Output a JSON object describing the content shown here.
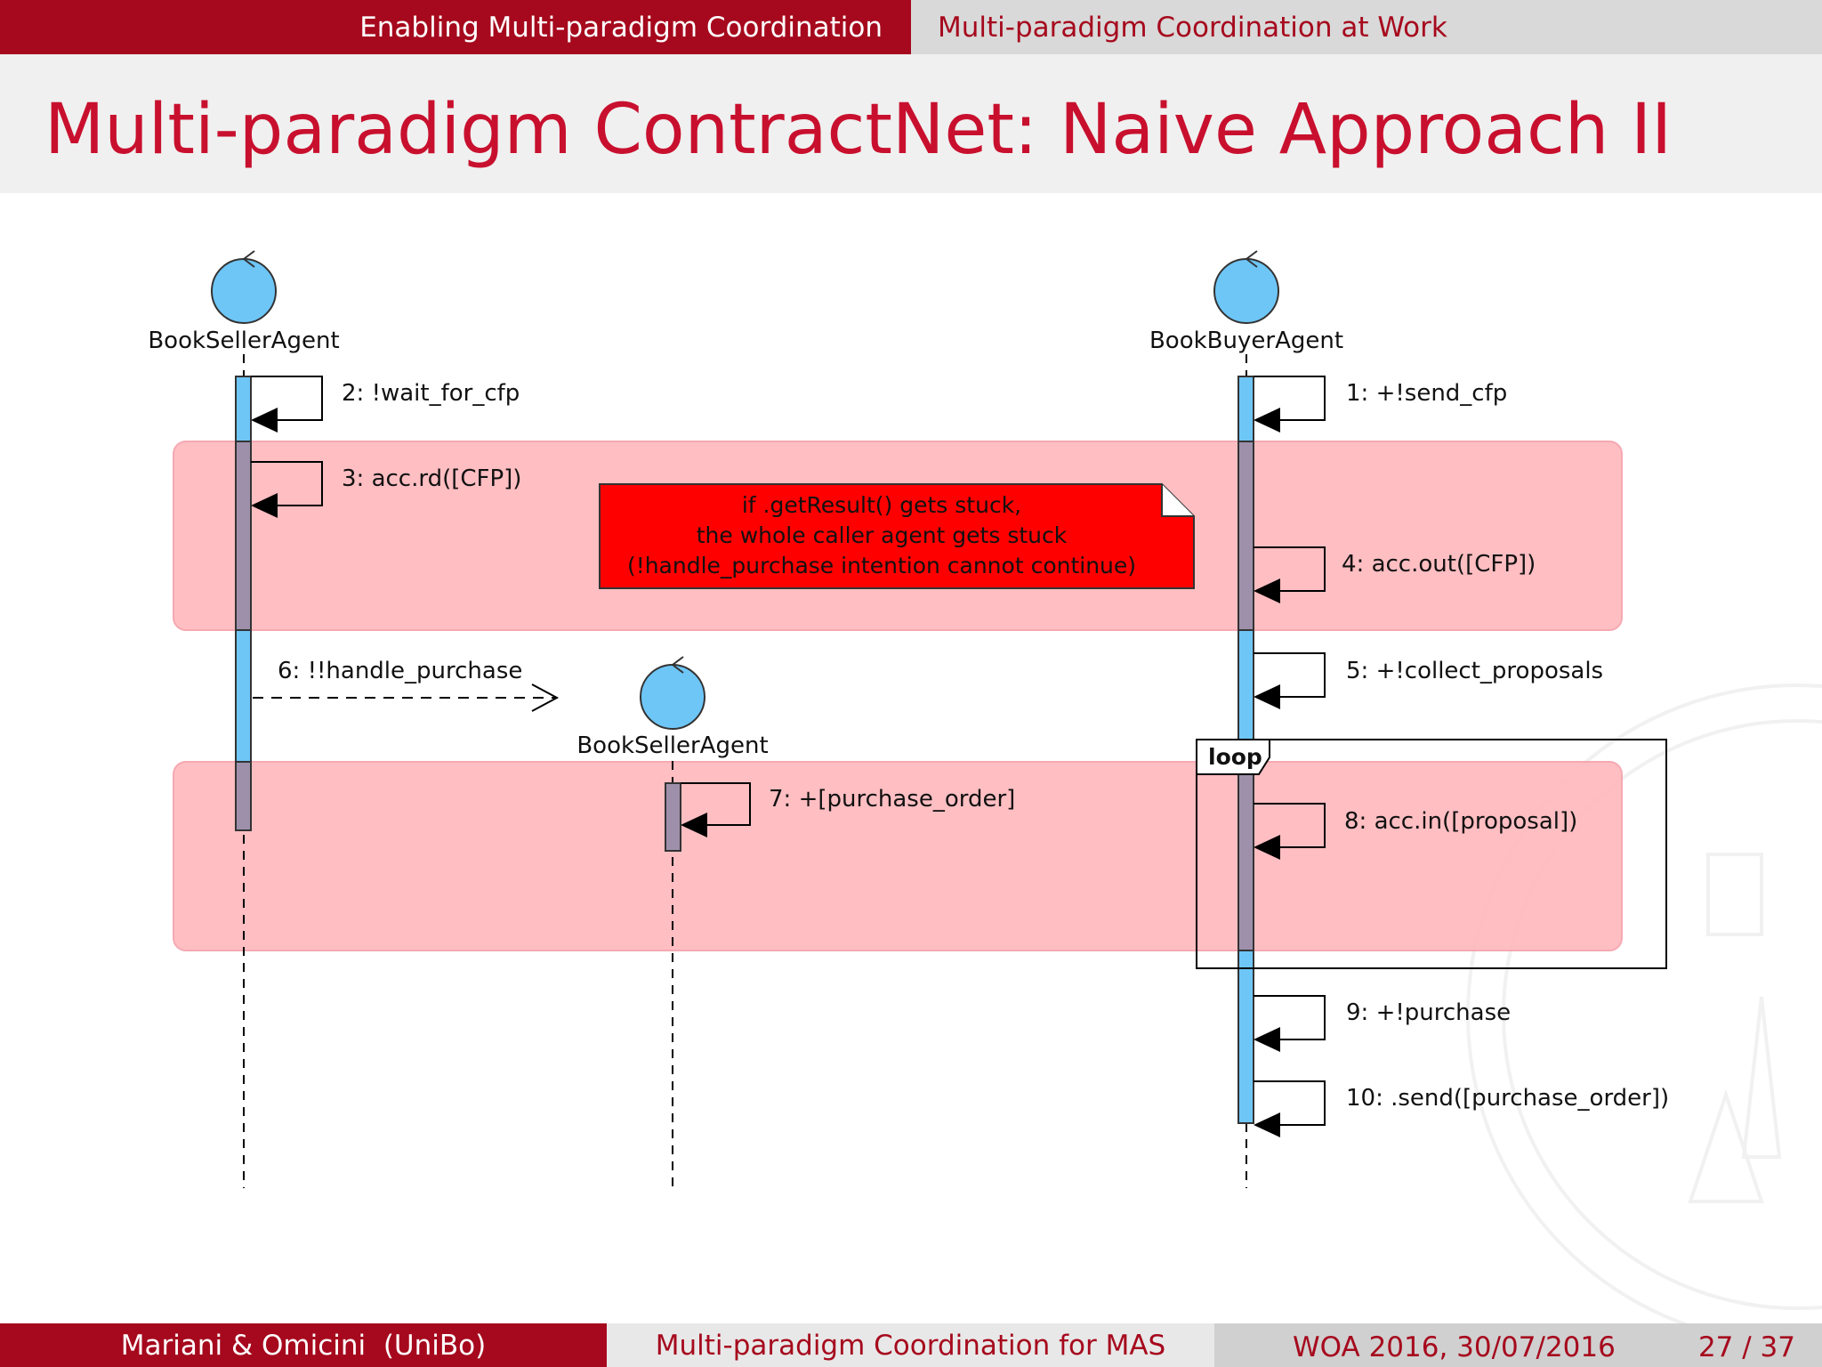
{
  "header": {
    "section": "Enabling Multi-paradigm Coordination",
    "subsection": "Multi-paradigm Coordination at Work"
  },
  "title": "Multi-paradigm ContractNet: Naive Approach II",
  "diagram": {
    "actors": [
      "BookSellerAgent",
      "BookBuyerAgent",
      "BookSellerAgent"
    ],
    "messages": [
      "1: +!send_cfp",
      "2: !wait_for_cfp",
      "3: acc.rd([CFP])",
      "4: acc.out([CFP])",
      "5: +!collect_proposals",
      "6: !!handle_purchase",
      "7: +[purchase_order]",
      "8: acc.in([proposal])",
      "9: +!purchase",
      "10: .send([purchase_order])"
    ],
    "note": [
      "if .getResult() gets stuck,",
      "the whole caller agent gets stuck",
      "(!handle_purchase intention cannot continue)"
    ],
    "fragment_label": "loop",
    "colors": {
      "actor": "#6ec6f7",
      "activation": "#6ec6f7",
      "blocked_activation": "#9e90aa",
      "highlight": "#ffb8bc",
      "note": "#ff0000"
    }
  },
  "footer": {
    "authors": "Mariani & Omicini  (UniBo)",
    "talk": "Multi-paradigm Coordination for MAS",
    "venue": "WOA 2016, 30/07/2016",
    "page": "27 / 37"
  }
}
